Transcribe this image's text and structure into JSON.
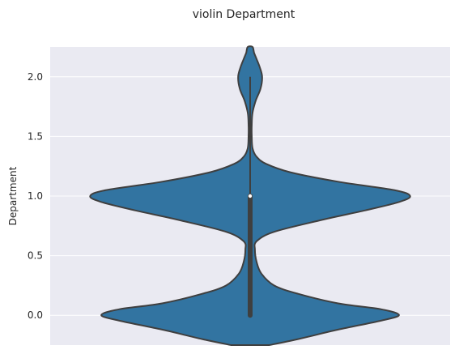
{
  "chart_data": {
    "type": "violin",
    "title": "violin Department",
    "xlabel": "",
    "ylabel": "Department",
    "ylim": [
      -0.25,
      2.25
    ],
    "yticks": [
      0.0,
      0.5,
      1.0,
      1.5,
      2.0
    ],
    "ytick_labels": [
      "0.0",
      "0.5",
      "1.0",
      "1.5",
      "2.0"
    ],
    "grid": true,
    "colors": {
      "violin_fill": "#3274a1",
      "outline": "#3f3f3f",
      "background": "#eaeaf2",
      "grid": "#ffffff"
    },
    "density_profile": [
      {
        "y": -0.25,
        "w": 0.12
      },
      {
        "y": -0.2,
        "w": 0.3
      },
      {
        "y": -0.12,
        "w": 0.55
      },
      {
        "y": -0.05,
        "w": 0.8
      },
      {
        "y": 0.0,
        "w": 0.93
      },
      {
        "y": 0.05,
        "w": 0.82
      },
      {
        "y": 0.1,
        "w": 0.55
      },
      {
        "y": 0.18,
        "w": 0.3
      },
      {
        "y": 0.25,
        "w": 0.15
      },
      {
        "y": 0.35,
        "w": 0.07
      },
      {
        "y": 0.45,
        "w": 0.04
      },
      {
        "y": 0.55,
        "w": 0.03
      },
      {
        "y": 0.62,
        "w": 0.04
      },
      {
        "y": 0.7,
        "w": 0.15
      },
      {
        "y": 0.8,
        "w": 0.45
      },
      {
        "y": 0.88,
        "w": 0.72
      },
      {
        "y": 0.95,
        "w": 0.93
      },
      {
        "y": 1.0,
        "w": 1.0
      },
      {
        "y": 1.05,
        "w": 0.9
      },
      {
        "y": 1.12,
        "w": 0.55
      },
      {
        "y": 1.2,
        "w": 0.25
      },
      {
        "y": 1.27,
        "w": 0.1
      },
      {
        "y": 1.33,
        "w": 0.04
      },
      {
        "y": 1.4,
        "w": 0.015
      },
      {
        "y": 1.5,
        "w": 0.01
      },
      {
        "y": 1.6,
        "w": 0.01
      },
      {
        "y": 1.7,
        "w": 0.015
      },
      {
        "y": 1.8,
        "w": 0.035
      },
      {
        "y": 1.9,
        "w": 0.065
      },
      {
        "y": 2.0,
        "w": 0.075
      },
      {
        "y": 2.08,
        "w": 0.06
      },
      {
        "y": 2.15,
        "w": 0.04
      },
      {
        "y": 2.2,
        "w": 0.025
      },
      {
        "y": 2.25,
        "w": 0.015
      }
    ],
    "box": {
      "q1": 0.0,
      "median": 1.0,
      "q3": 1.0,
      "whisker_low": 0.0,
      "whisker_high": 2.0
    }
  }
}
